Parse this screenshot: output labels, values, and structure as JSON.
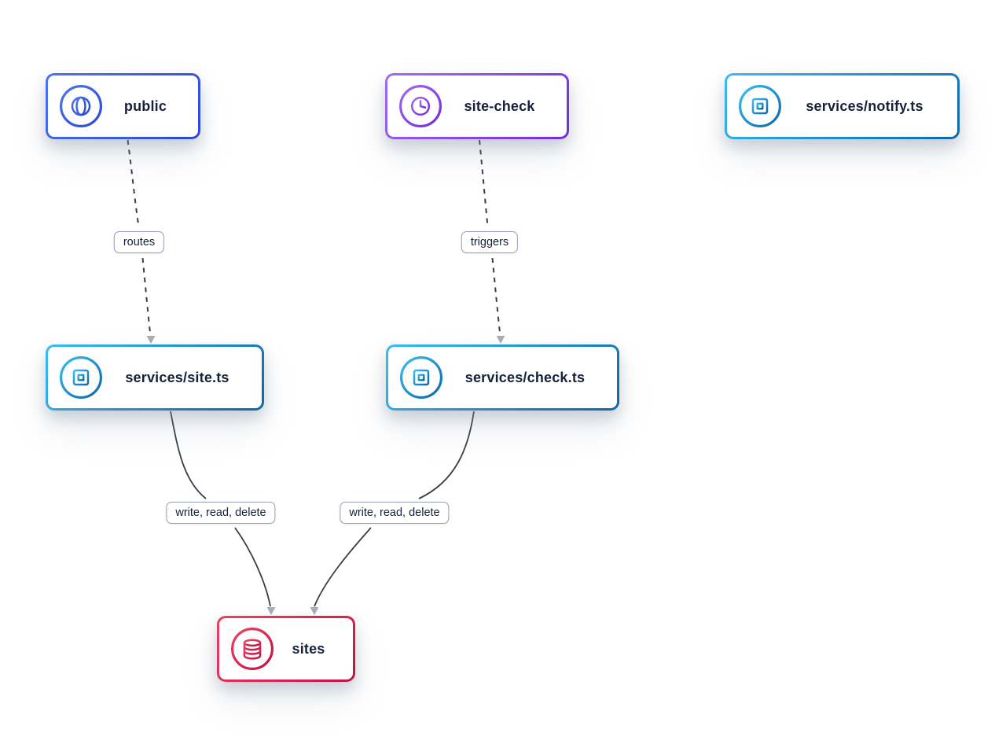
{
  "diagram": {
    "type": "flow-diagram",
    "nodes": [
      {
        "id": "public",
        "label": "public",
        "icon": "globe-icon",
        "accent_from": "#4d74ee",
        "accent_to": "#2a49d4"
      },
      {
        "id": "site-check",
        "label": "site-check",
        "icon": "clock-icon",
        "accent_from": "#a06df2",
        "accent_to": "#7628e0"
      },
      {
        "id": "services-notify",
        "label": "services/notify.ts",
        "icon": "chip-icon",
        "accent_from": "#38bdf2",
        "accent_to": "#0f67a8"
      },
      {
        "id": "services-site",
        "label": "services/site.ts",
        "icon": "chip-icon",
        "accent_from": "#38bdf2",
        "accent_to": "#0f67a8"
      },
      {
        "id": "services-check",
        "label": "services/check.ts",
        "icon": "chip-icon",
        "accent_from": "#38bdf2",
        "accent_to": "#0f67a8"
      },
      {
        "id": "sites",
        "label": "sites",
        "icon": "database-icon",
        "accent_from": "#ef4166",
        "accent_to": "#c31140"
      }
    ],
    "edges": [
      {
        "from": "public",
        "to": "services-site",
        "label": "routes",
        "style": "dashed"
      },
      {
        "from": "site-check",
        "to": "services-check",
        "label": "triggers",
        "style": "dashed"
      },
      {
        "from": "services-site",
        "to": "sites",
        "label": "write, read, delete",
        "style": "solid"
      },
      {
        "from": "services-check",
        "to": "sites",
        "label": "write, read, delete",
        "style": "solid"
      }
    ],
    "colors": {
      "edge_line": "#383e48",
      "arrowhead": "#a8aeb9",
      "label_border": "#97a1b2",
      "text": "#17213a",
      "background": "#ffffff"
    }
  }
}
